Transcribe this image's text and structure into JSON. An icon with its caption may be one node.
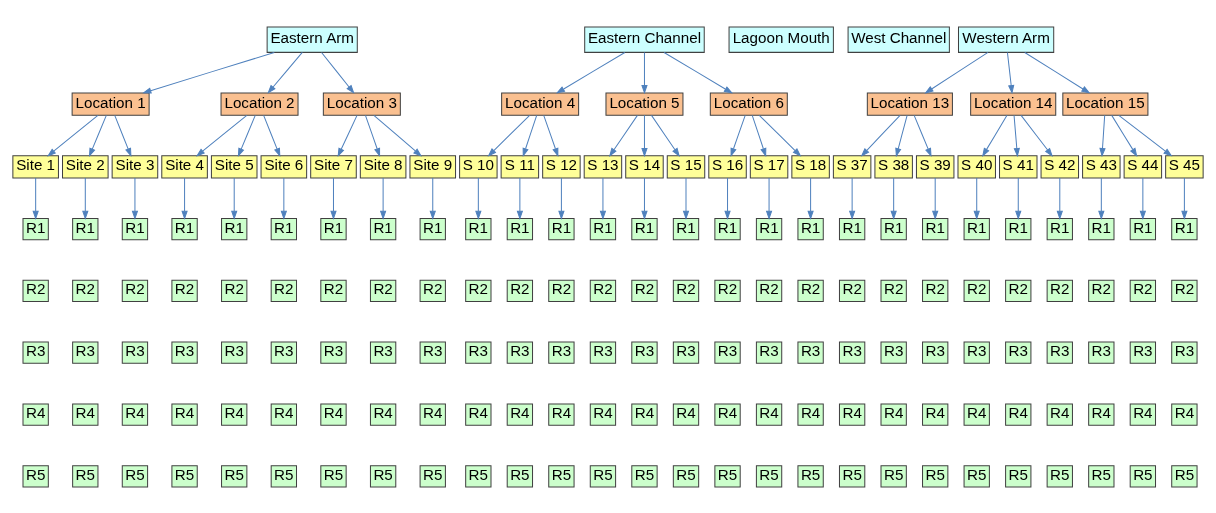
{
  "diagram": {
    "nodes": [
      {
        "text": [
          "Eastern Arm"
        ]
      },
      {
        "text": [
          "Eastern Channel"
        ]
      },
      {
        "text": [
          "Lagoon Mouth"
        ]
      },
      {
        "text": [
          "West Channel"
        ]
      },
      {
        "text": [
          "Western Arm"
        ]
      },
      {
        "text": [
          "Location 1"
        ]
      },
      {
        "text": [
          "Location 2"
        ]
      },
      {
        "text": [
          "Location 3"
        ]
      },
      {
        "text": [
          "Location 4"
        ]
      },
      {
        "text": [
          "Location 5"
        ]
      },
      {
        "text": [
          "Location 6"
        ]
      },
      {
        "text": [
          "Location 13"
        ]
      },
      {
        "text": [
          "Location 14"
        ]
      },
      {
        "text": [
          "Location 15"
        ]
      },
      {
        "text": [
          "Site 1"
        ]
      },
      {
        "text": [
          "Site 2"
        ]
      },
      {
        "text": [
          "Site 3"
        ]
      },
      {
        "text": [
          "Site 4"
        ]
      },
      {
        "text": [
          "Site 5"
        ]
      },
      {
        "text": [
          "Site 6"
        ]
      },
      {
        "text": [
          "Site 7"
        ]
      },
      {
        "text": [
          "Site 8"
        ]
      },
      {
        "text": [
          "Site 9"
        ]
      },
      {
        "text": [
          "S 10"
        ]
      },
      {
        "text": [
          "S 11"
        ]
      },
      {
        "text": [
          "S 12"
        ]
      },
      {
        "text": [
          "S 13"
        ]
      },
      {
        "text": [
          "S 14"
        ]
      },
      {
        "text": [
          "S 15"
        ]
      },
      {
        "text": [
          "S 16"
        ]
      },
      {
        "text": [
          "S 17"
        ]
      },
      {
        "text": [
          "S 18"
        ]
      },
      {
        "text": [
          "S 37"
        ]
      },
      {
        "text": [
          "S 38"
        ]
      },
      {
        "text": [
          "S 39"
        ]
      },
      {
        "text": [
          "S 40"
        ]
      },
      {
        "text": [
          "S 41"
        ]
      },
      {
        "text": [
          "S 42"
        ]
      },
      {
        "text": [
          "S 43"
        ]
      },
      {
        "text": [
          "S 44"
        ]
      },
      {
        "text": [
          "S 45"
        ]
      },
      {
        "text": [
          "R1"
        ]
      },
      {
        "text": [
          "R2"
        ]
      },
      {
        "text": [
          "R3"
        ]
      },
      {
        "text": [
          "R4"
        ]
      },
      {
        "text": [
          "R5"
        ]
      },
      {
        "text": [
          "R1"
        ]
      },
      {
        "text": [
          "R2"
        ]
      },
      {
        "text": [
          "R3"
        ]
      },
      {
        "text": [
          "R4"
        ]
      },
      {
        "text": [
          "R5"
        ]
      },
      {
        "text": [
          "R1"
        ]
      },
      {
        "text": [
          "R2"
        ]
      },
      {
        "text": [
          "R3"
        ]
      },
      {
        "text": [
          "R4"
        ]
      },
      {
        "text": [
          "R5"
        ]
      },
      {
        "text": [
          "R1"
        ]
      },
      {
        "text": [
          "R2"
        ]
      },
      {
        "text": [
          "R3"
        ]
      },
      {
        "text": [
          "R4"
        ]
      },
      {
        "text": [
          "R5"
        ]
      },
      {
        "text": [
          "R1"
        ]
      },
      {
        "text": [
          "R2"
        ]
      },
      {
        "text": [
          "R3"
        ]
      },
      {
        "text": [
          "R4"
        ]
      },
      {
        "text": [
          "R5"
        ]
      },
      {
        "text": [
          "R1"
        ]
      },
      {
        "text": [
          "R2"
        ]
      },
      {
        "text": [
          "R3"
        ]
      },
      {
        "text": [
          "R4"
        ]
      },
      {
        "text": [
          "R5"
        ]
      },
      {
        "text": [
          "R1"
        ]
      },
      {
        "text": [
          "R2"
        ]
      },
      {
        "text": [
          "R3"
        ]
      },
      {
        "text": [
          "R4"
        ]
      },
      {
        "text": [
          "R5"
        ]
      },
      {
        "text": [
          "R1"
        ]
      },
      {
        "text": [
          "R2"
        ]
      },
      {
        "text": [
          "R3"
        ]
      },
      {
        "text": [
          "R4"
        ]
      },
      {
        "text": [
          "R5"
        ]
      },
      {
        "text": [
          "R1"
        ]
      },
      {
        "text": [
          "R2"
        ]
      },
      {
        "text": [
          "R3"
        ]
      },
      {
        "text": [
          "R4"
        ]
      },
      {
        "text": [
          "R5"
        ]
      },
      {
        "text": [
          "R1"
        ]
      },
      {
        "text": [
          "R2"
        ]
      },
      {
        "text": [
          "R3"
        ]
      },
      {
        "text": [
          "R4"
        ]
      },
      {
        "text": [
          "R5"
        ]
      },
      {
        "text": [
          "R1"
        ]
      },
      {
        "text": [
          "R2"
        ]
      },
      {
        "text": [
          "R3"
        ]
      },
      {
        "text": [
          "R4"
        ]
      },
      {
        "text": [
          "R5"
        ]
      },
      {
        "text": [
          "R1"
        ]
      },
      {
        "text": [
          "R2"
        ]
      },
      {
        "text": [
          "R3"
        ]
      },
      {
        "text": [
          "R4"
        ]
      },
      {
        "text": [
          "R5"
        ]
      },
      {
        "text": [
          "R1"
        ]
      },
      {
        "text": [
          "R2"
        ]
      },
      {
        "text": [
          "R3"
        ]
      },
      {
        "text": [
          "R4"
        ]
      },
      {
        "text": [
          "R5"
        ]
      },
      {
        "text": [
          "R1"
        ]
      },
      {
        "text": [
          "R2"
        ]
      },
      {
        "text": [
          "R3"
        ]
      },
      {
        "text": [
          "R4"
        ]
      },
      {
        "text": [
          "R5"
        ]
      },
      {
        "text": [
          "R1"
        ]
      },
      {
        "text": [
          "R2"
        ]
      },
      {
        "text": [
          "R3"
        ]
      },
      {
        "text": [
          "R4"
        ]
      },
      {
        "text": [
          "R5"
        ]
      },
      {
        "text": [
          "R1"
        ]
      },
      {
        "text": [
          "R2"
        ]
      },
      {
        "text": [
          "R3"
        ]
      },
      {
        "text": [
          "R4"
        ]
      },
      {
        "text": [
          "R5"
        ]
      },
      {
        "text": [
          "R1"
        ]
      },
      {
        "text": [
          "R2"
        ]
      },
      {
        "text": [
          "R3"
        ]
      },
      {
        "text": [
          "R4"
        ]
      },
      {
        "text": [
          "R5"
        ]
      },
      {
        "text": [
          "R1"
        ]
      },
      {
        "text": [
          "R2"
        ]
      },
      {
        "text": [
          "R3"
        ]
      },
      {
        "text": [
          "R4"
        ]
      },
      {
        "text": [
          "R5"
        ]
      },
      {
        "text": [
          "R1"
        ]
      },
      {
        "text": [
          "R2"
        ]
      },
      {
        "text": [
          "R3"
        ]
      },
      {
        "text": [
          "R4"
        ]
      },
      {
        "text": [
          "R5"
        ]
      },
      {
        "text": [
          "R1"
        ]
      },
      {
        "text": [
          "R2"
        ]
      },
      {
        "text": [
          "R3"
        ]
      },
      {
        "text": [
          "R4"
        ]
      },
      {
        "text": [
          "R5"
        ]
      },
      {
        "text": [
          "R1"
        ]
      },
      {
        "text": [
          "R2"
        ]
      },
      {
        "text": [
          "R3"
        ]
      },
      {
        "text": [
          "R4"
        ]
      },
      {
        "text": [
          "R5"
        ]
      },
      {
        "text": [
          "R1"
        ]
      },
      {
        "text": [
          "R2"
        ]
      },
      {
        "text": [
          "R3"
        ]
      },
      {
        "text": [
          "R4"
        ]
      },
      {
        "text": [
          "R5"
        ]
      },
      {
        "text": [
          "R1"
        ]
      },
      {
        "text": [
          "R2"
        ]
      },
      {
        "text": [
          "R3"
        ]
      },
      {
        "text": [
          "R4"
        ]
      },
      {
        "text": [
          "R5"
        ]
      },
      {
        "text": [
          "R1"
        ]
      },
      {
        "text": [
          "R2"
        ]
      },
      {
        "text": [
          "R3"
        ]
      },
      {
        "text": [
          "R4"
        ]
      },
      {
        "text": [
          "R5"
        ]
      },
      {
        "text": [
          "R1"
        ]
      },
      {
        "text": [
          "R2"
        ]
      },
      {
        "text": [
          "R3"
        ]
      },
      {
        "text": [
          "R4"
        ]
      },
      {
        "text": [
          "R5"
        ]
      },
      {
        "text": [
          "R1"
        ]
      },
      {
        "text": [
          "R2"
        ]
      },
      {
        "text": [
          "R3"
        ]
      },
      {
        "text": [
          "R4"
        ]
      },
      {
        "text": [
          "R5"
        ]
      },
      {
        "text": [
          "R1"
        ]
      },
      {
        "text": [
          "R2"
        ]
      },
      {
        "text": [
          "R3"
        ]
      },
      {
        "text": [
          "R4"
        ]
      },
      {
        "text": [
          "R5"
        ]
      }
    ],
    "edges": [
      {
        "from": 0,
        "to": 5,
        "arrow": "to"
      },
      {
        "from": 0,
        "to": 6,
        "arrow": "to"
      },
      {
        "from": 0,
        "to": 7,
        "arrow": "to"
      },
      {
        "from": 1,
        "to": 8,
        "arrow": "to"
      },
      {
        "from": 1,
        "to": 9,
        "arrow": "to"
      },
      {
        "from": 1,
        "to": 10,
        "arrow": "to"
      },
      {
        "from": 4,
        "to": 11,
        "arrow": "to"
      },
      {
        "from": 4,
        "to": 12,
        "arrow": "to"
      },
      {
        "from": 4,
        "to": 13,
        "arrow": "to"
      },
      {
        "from": 5,
        "to": 14,
        "arrow": "to"
      },
      {
        "from": 5,
        "to": 15,
        "arrow": "to"
      },
      {
        "from": 5,
        "to": 16,
        "arrow": "to"
      },
      {
        "from": 6,
        "to": 17,
        "arrow": "to"
      },
      {
        "from": 6,
        "to": 18,
        "arrow": "to"
      },
      {
        "from": 6,
        "to": 19,
        "arrow": "to"
      },
      {
        "from": 7,
        "to": 20,
        "arrow": "to"
      },
      {
        "from": 7,
        "to": 21,
        "arrow": "to"
      },
      {
        "from": 7,
        "to": 22,
        "arrow": "to"
      },
      {
        "from": 8,
        "to": 23,
        "arrow": "to"
      },
      {
        "from": 8,
        "to": 24,
        "arrow": "to"
      },
      {
        "from": 8,
        "to": 25,
        "arrow": "to"
      },
      {
        "from": 9,
        "to": 26,
        "arrow": "to"
      },
      {
        "from": 9,
        "to": 27,
        "arrow": "to"
      },
      {
        "from": 9,
        "to": 28,
        "arrow": "to"
      },
      {
        "from": 10,
        "to": 29,
        "arrow": "to"
      },
      {
        "from": 10,
        "to": 30,
        "arrow": "to"
      },
      {
        "from": 10,
        "to": 31,
        "arrow": "to"
      },
      {
        "from": 11,
        "to": 32,
        "arrow": "to"
      },
      {
        "from": 11,
        "to": 33,
        "arrow": "to"
      },
      {
        "from": 11,
        "to": 34,
        "arrow": "to"
      },
      {
        "from": 12,
        "to": 35,
        "arrow": "to"
      },
      {
        "from": 12,
        "to": 36,
        "arrow": "to"
      },
      {
        "from": 12,
        "to": 37,
        "arrow": "to"
      },
      {
        "from": 13,
        "to": 38,
        "arrow": "to"
      },
      {
        "from": 13,
        "to": 39,
        "arrow": "to"
      },
      {
        "from": 13,
        "to": 40,
        "arrow": "to"
      },
      {
        "from": 14,
        "to": 41,
        "arrow": "to"
      },
      {
        "from": 15,
        "to": 46,
        "arrow": "to"
      },
      {
        "from": 16,
        "to": 51,
        "arrow": "to"
      },
      {
        "from": 17,
        "to": 56,
        "arrow": "to"
      },
      {
        "from": 18,
        "to": 61,
        "arrow": "to"
      },
      {
        "from": 19,
        "to": 66,
        "arrow": "to"
      },
      {
        "from": 20,
        "to": 71,
        "arrow": "to"
      },
      {
        "from": 21,
        "to": 76,
        "arrow": "to"
      },
      {
        "from": 22,
        "to": 81,
        "arrow": "to"
      },
      {
        "from": 23,
        "to": 86,
        "arrow": "to"
      },
      {
        "from": 24,
        "to": 91,
        "arrow": "to"
      },
      {
        "from": 25,
        "to": 96,
        "arrow": "to"
      },
      {
        "from": 26,
        "to": 101,
        "arrow": "to"
      },
      {
        "from": 27,
        "to": 106,
        "arrow": "to"
      },
      {
        "from": 28,
        "to": 111,
        "arrow": "to"
      },
      {
        "from": 29,
        "to": 116,
        "arrow": "to"
      },
      {
        "from": 30,
        "to": 121,
        "arrow": "to"
      },
      {
        "from": 31,
        "to": 126,
        "arrow": "to"
      },
      {
        "from": 32,
        "to": 131,
        "arrow": "to"
      },
      {
        "from": 33,
        "to": 136,
        "arrow": "to"
      },
      {
        "from": 34,
        "to": 141,
        "arrow": "to"
      },
      {
        "from": 35,
        "to": 146,
        "arrow": "to"
      },
      {
        "from": 36,
        "to": 151,
        "arrow": "to"
      },
      {
        "from": 37,
        "to": 156,
        "arrow": "to"
      },
      {
        "from": 38,
        "to": 161,
        "arrow": "to"
      },
      {
        "from": 39,
        "to": 166,
        "arrow": "to"
      },
      {
        "from": 40,
        "to": 171,
        "arrow": "to"
      }
    ]
  }
}
